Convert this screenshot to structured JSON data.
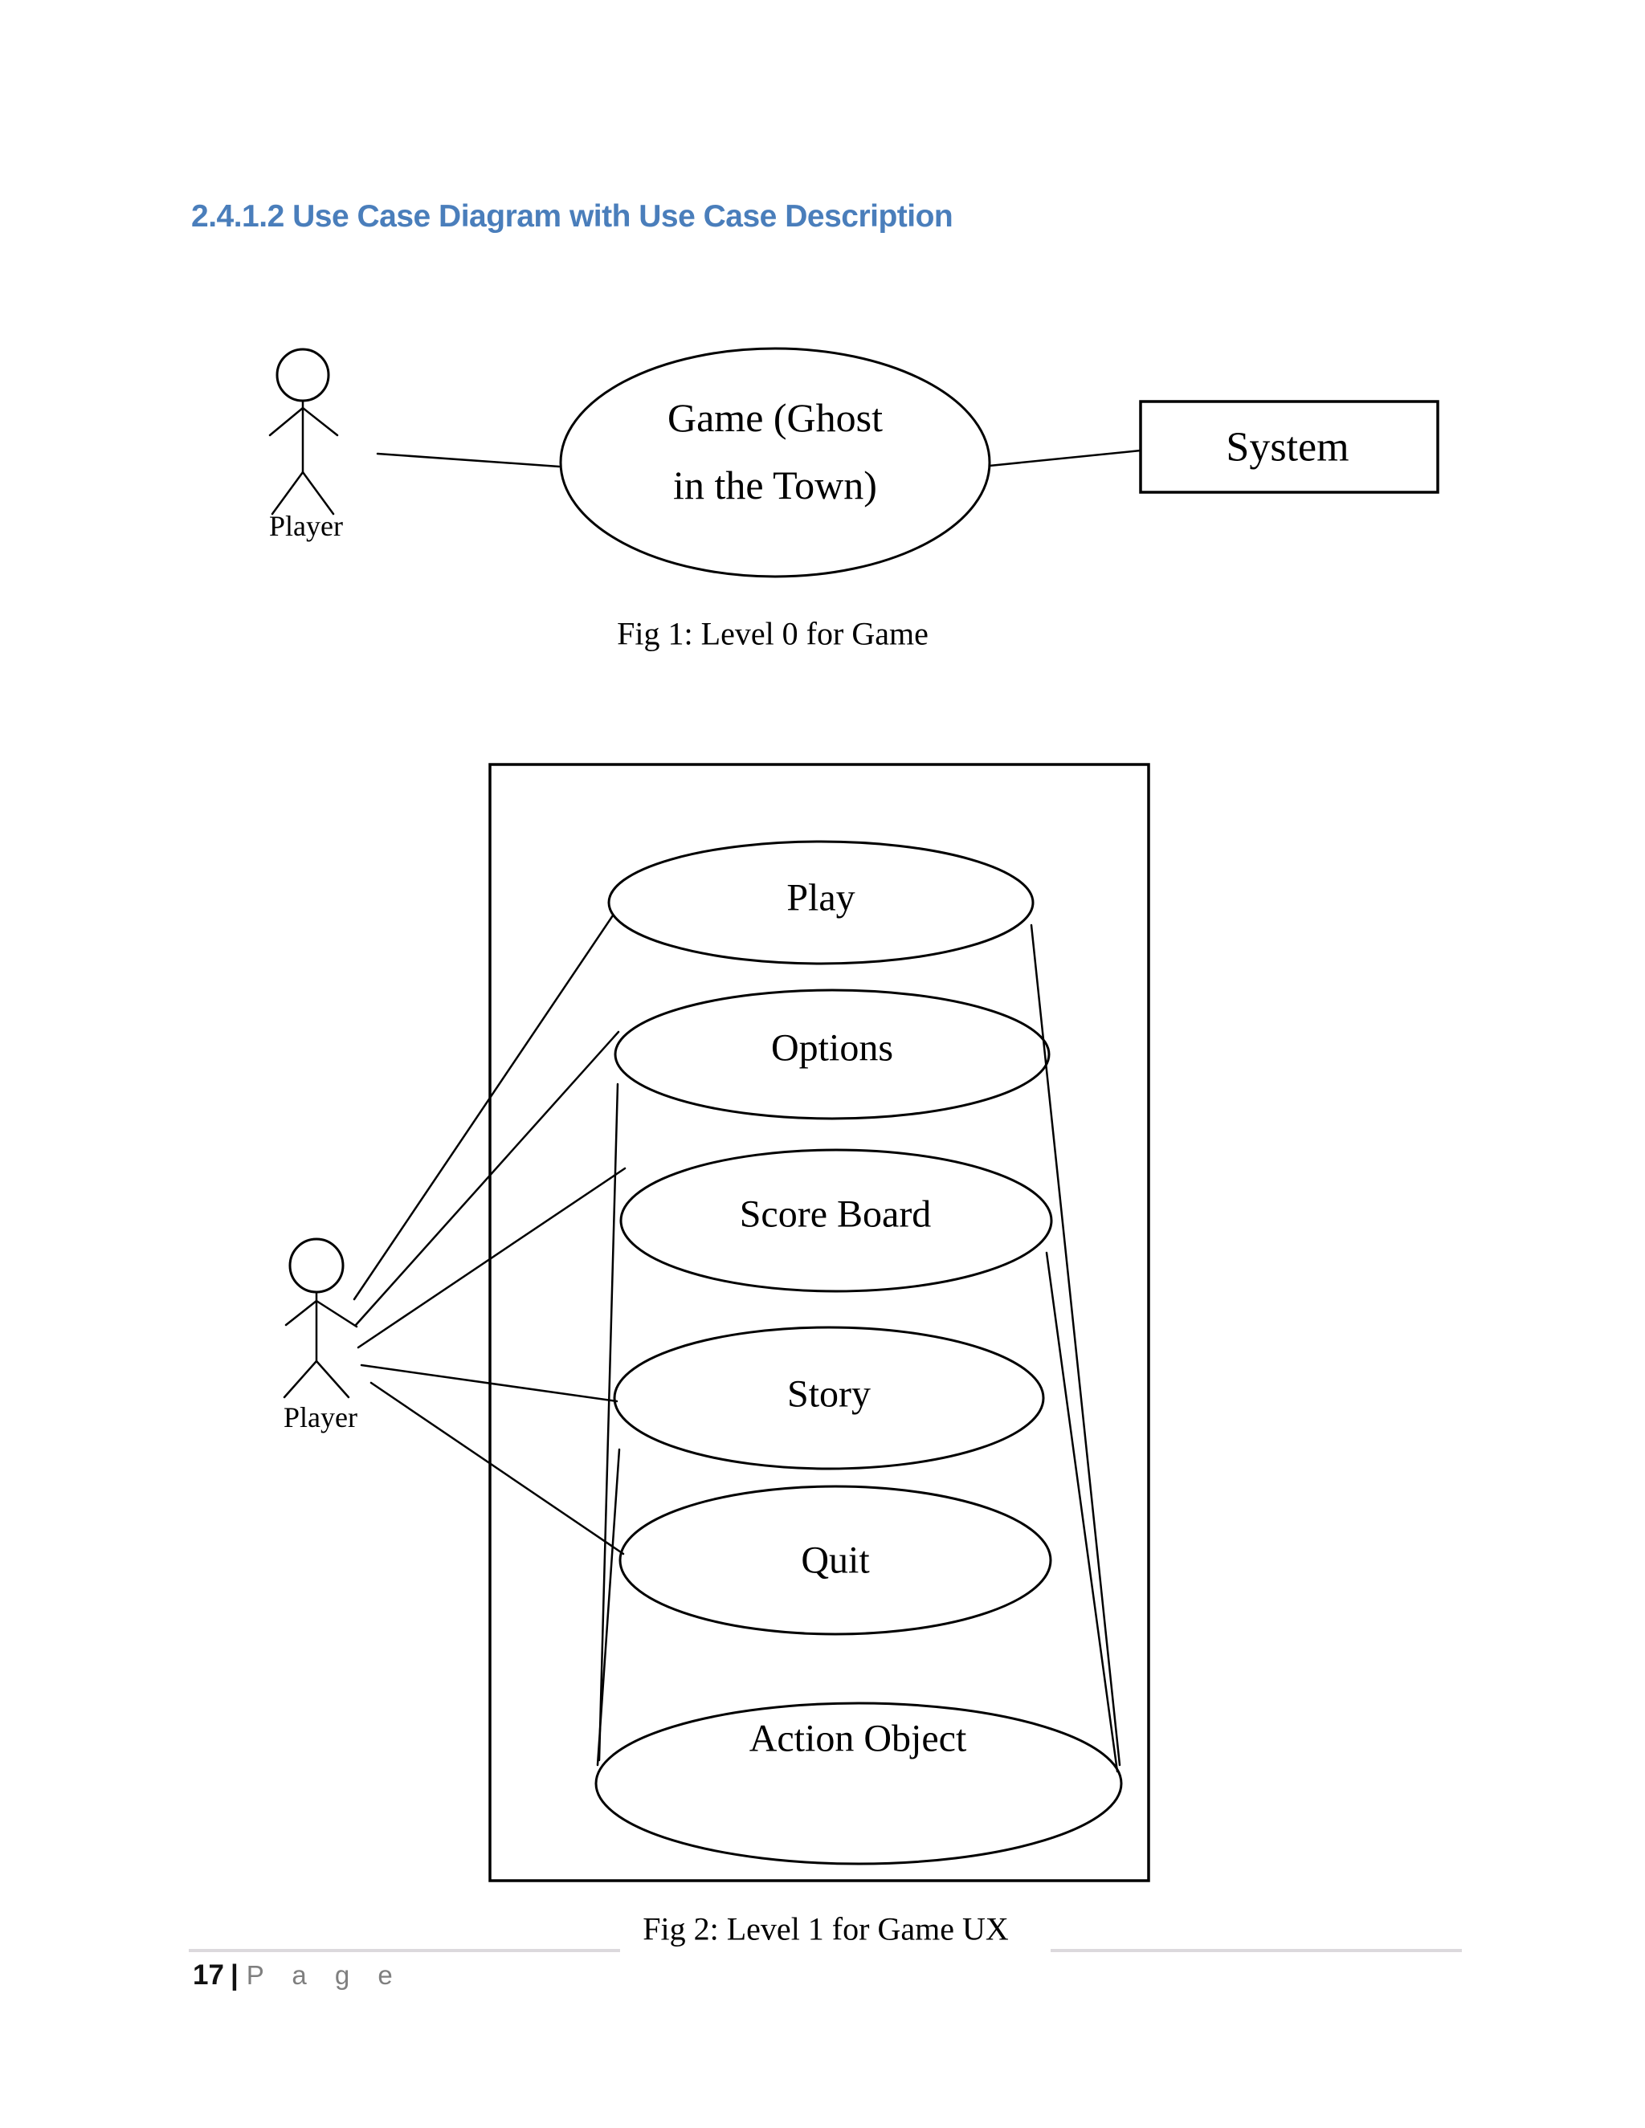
{
  "page": {
    "heading": "2.4.1.2 Use Case Diagram with Use Case Description",
    "footer": {
      "page_number": "17",
      "separator": "|",
      "label": "P a g e"
    }
  },
  "fig1": {
    "actor_label": "Player",
    "use_case_lines": [
      "Game (Ghost",
      "in the Town)"
    ],
    "system_label": "System",
    "caption": "Fig 1: Level 0 for Game"
  },
  "fig2": {
    "actor_label": "Player",
    "use_cases": [
      "Play",
      "Options",
      "Score Board",
      "Story",
      "Quit",
      "Action Object"
    ],
    "caption": "Fig 2: Level 1 for Game UX"
  },
  "colors": {
    "heading_blue": "#4a7ebb",
    "diagram_stroke": "#000000",
    "footer_gray": "#7f7f7f",
    "rule_gray": "#dcd9dd"
  }
}
